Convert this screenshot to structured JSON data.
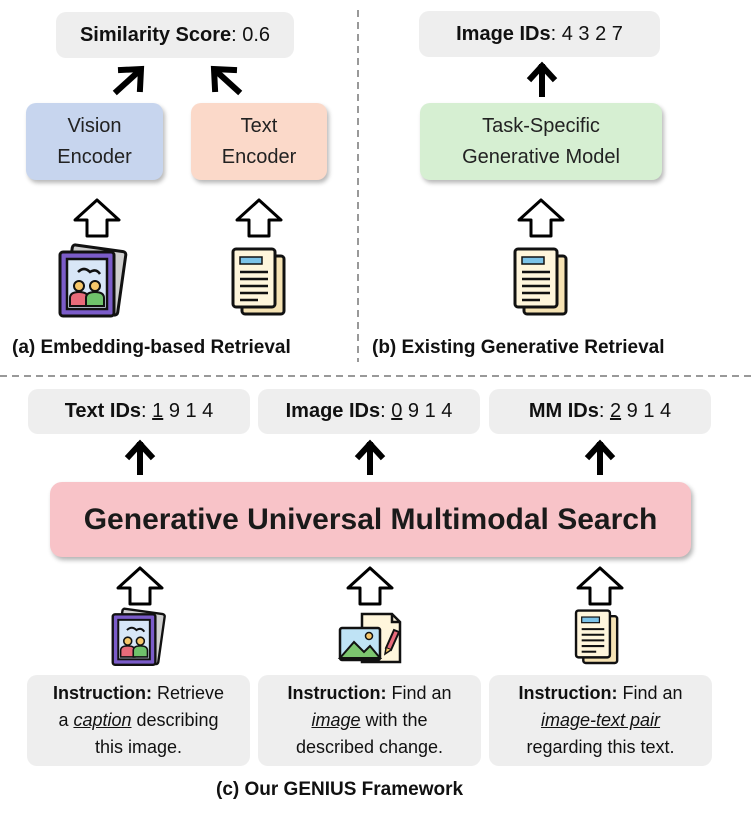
{
  "panel_a": {
    "score_label": "Similarity Score",
    "score_value": "0.6",
    "vision_encoder": {
      "line1": "Vision",
      "line2": "Encoder"
    },
    "text_encoder": {
      "line1": "Text",
      "line2": "Encoder"
    },
    "caption": "(a) Embedding-based Retrieval",
    "colors": {
      "vision": "#c7d5ee",
      "text": "#fbd9c9"
    }
  },
  "panel_b": {
    "ids_label": "Image IDs",
    "ids_value": "4 3 2 7",
    "model": {
      "line1": "Task-Specific",
      "line2": "Generative Model"
    },
    "caption": "(b) Existing Generative Retrieval",
    "colors": {
      "model": "#d6efd2"
    }
  },
  "panel_c": {
    "outputs": [
      {
        "label": "Text IDs",
        "first": "1",
        "rest": " 9 1 4"
      },
      {
        "label": "Image IDs",
        "first": "0",
        "rest": " 9 1 4"
      },
      {
        "label": "MM IDs",
        "first": "2",
        "rest": " 9 1 4"
      }
    ],
    "model_title": "Generative Universal Multimodal Search",
    "instructions": [
      {
        "prefix": "Instruction:",
        "a": " Retrieve",
        "b": "a ",
        "em": "caption",
        "c": " describing",
        "d": "this image."
      },
      {
        "prefix": "Instruction:",
        "a": " Find an",
        "b": "",
        "em": "image",
        "c": " with the",
        "d": "described change."
      },
      {
        "prefix": "Instruction:",
        "a": " Find an",
        "b": "",
        "em": "image-text pair",
        "c": "",
        "d": "regarding this text."
      }
    ],
    "caption": "(c) Our GENIUS Framework",
    "colors": {
      "model": "#f8c3c8"
    }
  },
  "icons": [
    "photo-icon",
    "document-icon",
    "image-edit-icon"
  ]
}
